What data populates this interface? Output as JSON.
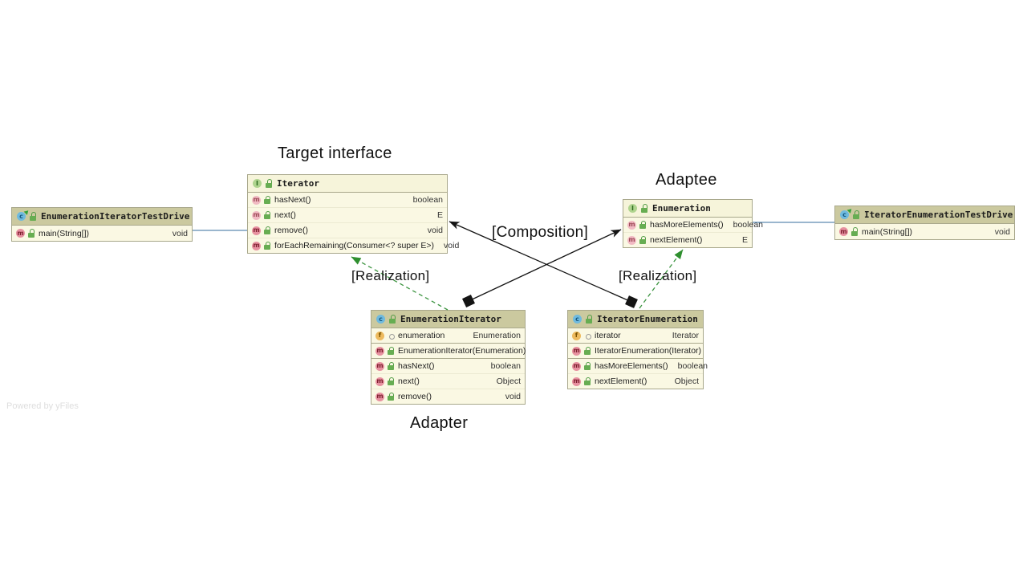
{
  "watermark": "Powered by yFiles",
  "labels": {
    "target_interface": "Target interface",
    "adaptee": "Adaptee",
    "adapter": "Adapter",
    "composition": "[Composition]",
    "realization_left": "[Realization]",
    "realization_right": "[Realization]"
  },
  "icons": {
    "interface_icon": "I",
    "class_icon": "c",
    "method_icon": "m",
    "field_icon": "f",
    "public_visibility": "green-lock-icon",
    "package_visibility": "gray-circle-icon",
    "run_overlay": "green-run-arrow-icon"
  },
  "colors": {
    "box_body": "#faf8e3",
    "class_header": "#cbc99f",
    "interface_header": "#f6f4da",
    "box_border": "#a9a88c",
    "composition_edge": "#141414",
    "realization_edge": "#3c9440",
    "dependency_edge": "#356e9e"
  },
  "classes": {
    "iterator": {
      "kind": "interface",
      "name": "Iterator",
      "rows": [
        {
          "name": "hasNext()",
          "type": "boolean"
        },
        {
          "name": "next()",
          "type": "E"
        },
        {
          "name": "remove()",
          "type": "void"
        },
        {
          "name": "forEachRemaining(Consumer<? super E>)",
          "type": "void"
        }
      ]
    },
    "enumeration_iterator_test_drive": {
      "kind": "class",
      "name": "EnumerationIteratorTestDrive",
      "rows": [
        {
          "name": "main(String[])",
          "type": "void"
        }
      ]
    },
    "enumeration": {
      "kind": "interface",
      "name": "Enumeration",
      "rows": [
        {
          "name": "hasMoreElements()",
          "type": "boolean"
        },
        {
          "name": "nextElement()",
          "type": "E"
        }
      ]
    },
    "iterator_enumeration_test_drive": {
      "kind": "class",
      "name": "IteratorEnumerationTestDrive",
      "rows": [
        {
          "name": "main(String[])",
          "type": "void"
        }
      ]
    },
    "enumeration_iterator": {
      "kind": "class",
      "name": "EnumerationIterator",
      "fields": [
        {
          "name": "enumeration",
          "type": "Enumeration"
        }
      ],
      "constructors": [
        {
          "name": "EnumerationIterator(Enumeration)",
          "type": ""
        }
      ],
      "methods": [
        {
          "name": "hasNext()",
          "type": "boolean"
        },
        {
          "name": "next()",
          "type": "Object"
        },
        {
          "name": "remove()",
          "type": "void"
        }
      ]
    },
    "iterator_enumeration": {
      "kind": "class",
      "name": "IteratorEnumeration",
      "fields": [
        {
          "name": "iterator",
          "type": "Iterator"
        }
      ],
      "constructors": [
        {
          "name": "IteratorEnumeration(Iterator)",
          "type": ""
        }
      ],
      "methods": [
        {
          "name": "hasMoreElements()",
          "type": "boolean"
        },
        {
          "name": "nextElement()",
          "type": "Object"
        }
      ]
    }
  }
}
